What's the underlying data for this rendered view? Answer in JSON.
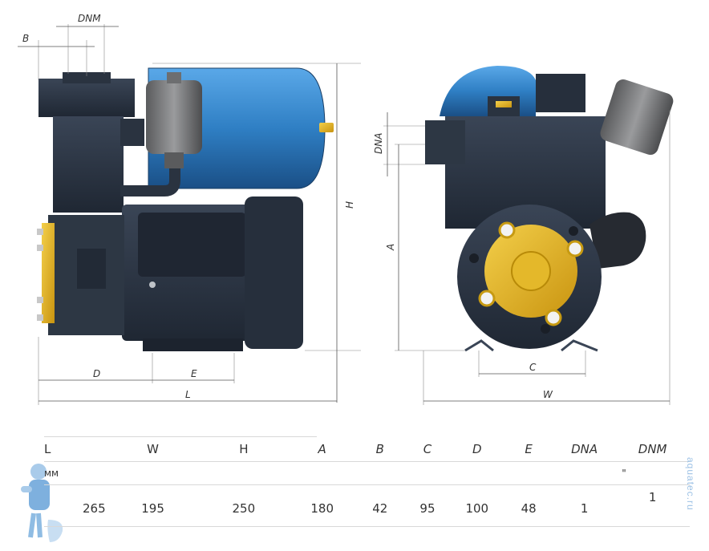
{
  "dimension_labels": {
    "B": "B",
    "DNM": "DNM",
    "H": "H",
    "DNA": "DNA",
    "A": "A",
    "C": "C",
    "D": "D",
    "E": "E",
    "L": "L",
    "W": "W"
  },
  "table": {
    "headers": [
      "L",
      "W",
      "H",
      "A",
      "B",
      "C",
      "D",
      "E",
      "DNA",
      "DNM"
    ],
    "units": [
      "мм",
      "",
      "",
      "",
      "",
      "",
      "",
      "",
      "",
      "\""
    ],
    "values": [
      "265",
      "195",
      "250",
      "180",
      "42",
      "95",
      "100",
      "48",
      "1",
      "1"
    ]
  },
  "watermark": "aquatec.ru",
  "colors": {
    "tank": "#2f7fc4",
    "body": "#2c3644",
    "brass": "#e0b21a",
    "gauge": "#6f7072"
  }
}
